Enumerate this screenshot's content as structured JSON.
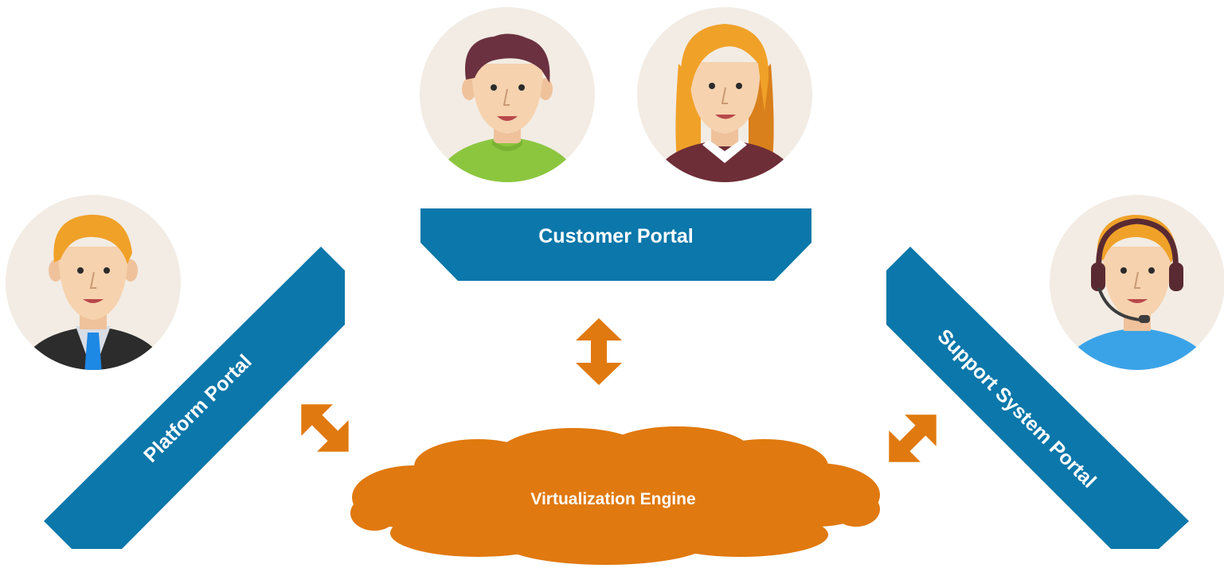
{
  "diagram": {
    "customer_portal_label": "Customer Portal",
    "platform_portal_label": "Platform Portal",
    "support_portal_label": "Support System Portal",
    "engine_label": "Virtualization Engine",
    "people": [
      {
        "role": "customer-man-avatar",
        "shirt": "green"
      },
      {
        "role": "customer-woman-avatar",
        "shirt": "maroon"
      },
      {
        "role": "platform-admin-avatar",
        "shirt": "suit"
      },
      {
        "role": "support-agent-avatar",
        "shirt": "blue",
        "headset": true
      }
    ],
    "colors": {
      "portal_blue": "#0b77aa",
      "engine_orange": "#e0790f",
      "arrow_orange": "#e0790f",
      "avatar_bg": "#f2ece4",
      "skin": "#f6d2ae"
    }
  }
}
